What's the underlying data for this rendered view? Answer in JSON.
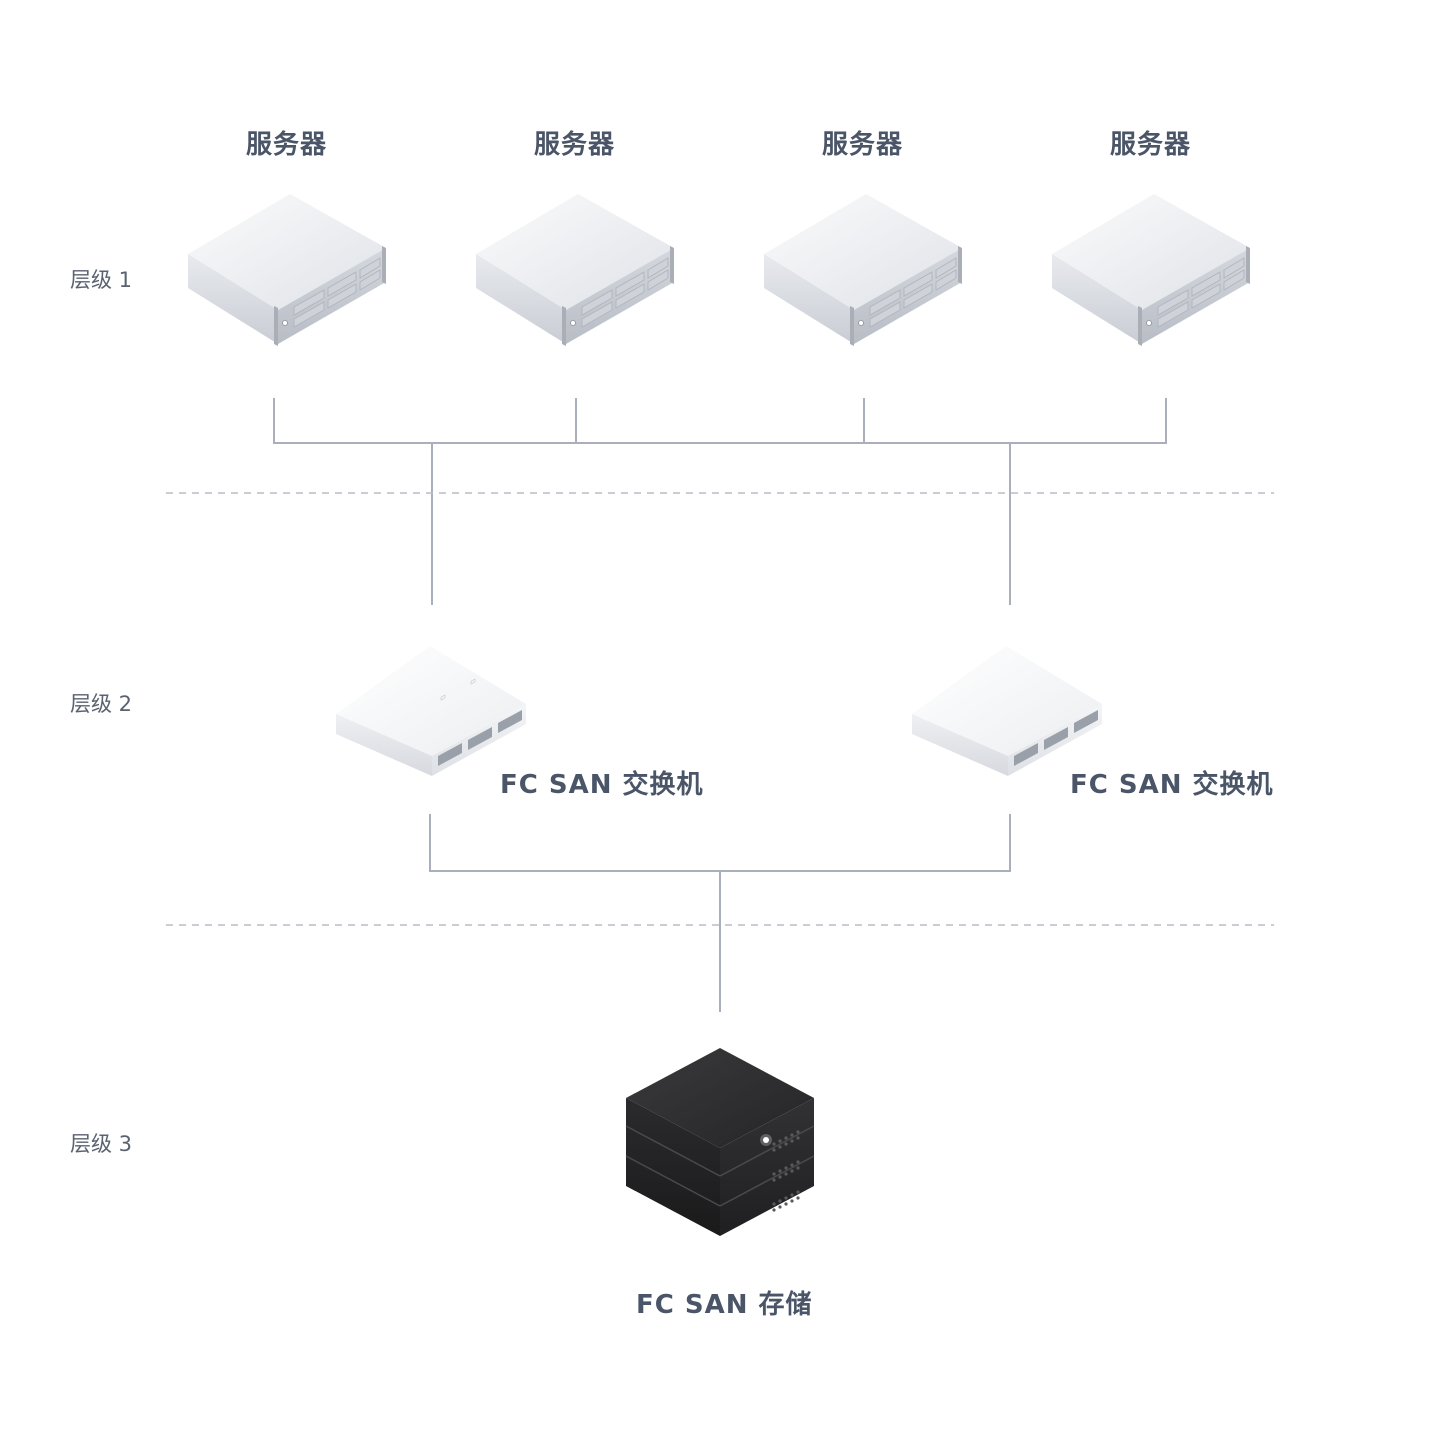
{
  "tiers": [
    {
      "label": "层级 1"
    },
    {
      "label": "层级 2"
    },
    {
      "label": "层级 3"
    }
  ],
  "servers": [
    {
      "label": "服务器",
      "icon": "server-icon"
    },
    {
      "label": "服务器",
      "icon": "server-icon"
    },
    {
      "label": "服务器",
      "icon": "server-icon"
    },
    {
      "label": "服务器",
      "icon": "server-icon"
    }
  ],
  "switches": [
    {
      "label": "FC SAN 交换机",
      "icon": "network-switch-icon"
    },
    {
      "label": "FC SAN 交换机",
      "icon": "network-switch-icon"
    }
  ],
  "storage": {
    "label": "FC SAN 存储",
    "icon": "storage-array-icon"
  },
  "colors": {
    "connector": "#a9b0bc",
    "divider": "#b8bdc6",
    "text": "#4a5568",
    "server_body": "#e4e6ea",
    "switch_body": "#f6f7f8",
    "storage_body": "#2a2a2a"
  }
}
